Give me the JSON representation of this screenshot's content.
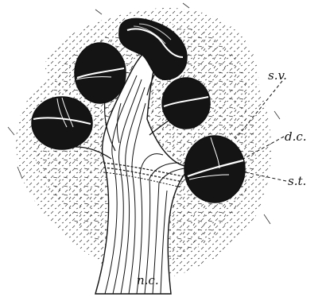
{
  "labels": {
    "sv": "s.v.",
    "dc": "d.c.",
    "st": "s.t.",
    "nc": "n.c."
  },
  "colors": {
    "ink": "#111111",
    "paper": "#ffffff"
  }
}
